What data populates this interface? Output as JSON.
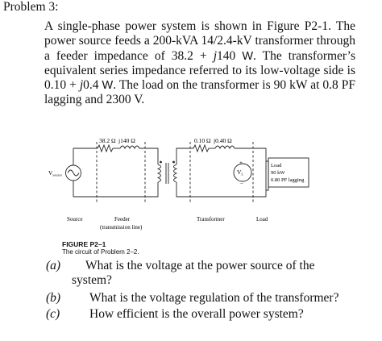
{
  "problem_heading": "Problem 3:",
  "statement": {
    "before_impedance": "A single-phase power system is shown in Figure P2-1. The power source feeds a 200-kVA 14/2.4-kV transformer through a feeder impedance of 38.2 + ",
    "feeder_j": "j",
    "feeder_x": "140 ",
    "feeder_unit": "W",
    "middle": ".  The transformer’s equivalent series impedance referred to its low-voltage side is 0.10 + ",
    "xfmr_j": "j",
    "xfmr_x": "0.4 ",
    "xfmr_unit": "W",
    "after": ".  The load on the transformer is 90 kW at 0.8 PF lagging and 2300 V."
  },
  "circuit": {
    "feeder_r": "38.2 Ω",
    "feeder_x": "j140 Ω",
    "xfmr_r": "0.10 Ω",
    "xfmr_x": "j0.40 Ω",
    "source_label": "V",
    "source_subscript": "source",
    "load_voltage": "V",
    "load_voltage_sub": "L",
    "plus": "+",
    "minus": "−",
    "load_box_line1": "Load",
    "load_box_line2": "90 kW",
    "load_box_line3": "0.80 PF lagging",
    "section_source": "Source",
    "section_feeder": "Feeder",
    "section_feeder_sub": "(transmission line)",
    "section_transformer": "Transformer",
    "section_load": "Load"
  },
  "figure": {
    "label": "FIGURE P2–1",
    "caption": "The circuit of Problem 2–2."
  },
  "questions": [
    {
      "letter": "(a)",
      "text": "What is the voltage at the power source of the",
      "continuation": "system?"
    },
    {
      "letter": "(b)",
      "text": "What is the voltage regulation of the transformer?"
    },
    {
      "letter": "(c)",
      "text": "How efficient is the overall power system?"
    }
  ]
}
